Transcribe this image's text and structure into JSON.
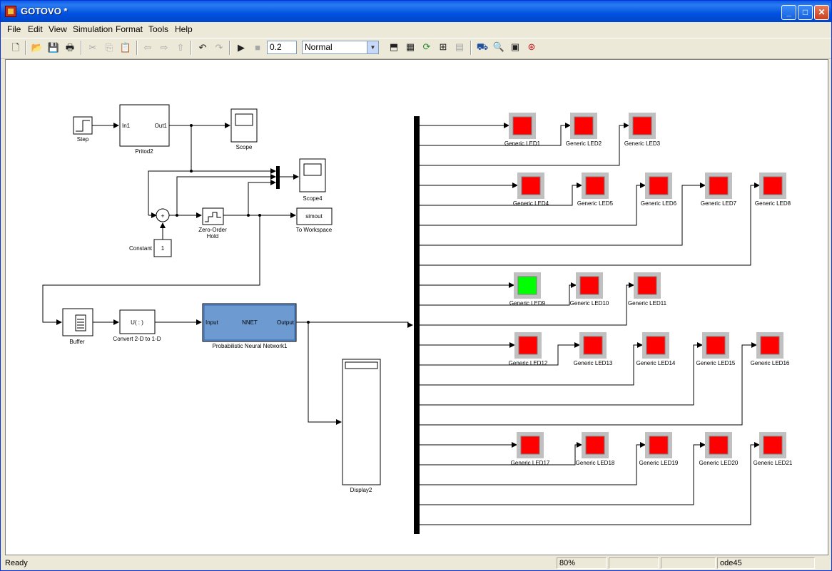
{
  "window": {
    "title": "GOTOVO *",
    "minimize": "_",
    "maximize": "□",
    "close": "✕"
  },
  "menu": {
    "file": "File",
    "edit": "Edit",
    "view": "View",
    "simulation": "Simulation",
    "format": "Format",
    "tools": "Tools",
    "help": "Help"
  },
  "toolbar": {
    "stop_time": "0.2",
    "sim_mode": "Normal"
  },
  "icons": [
    "new-icon",
    "open-icon",
    "save-icon",
    "print-icon",
    "cut-icon",
    "copy-icon",
    "paste-icon",
    "back-icon",
    "forward-icon",
    "up-icon",
    "undo-icon",
    "redo-icon",
    "play-icon",
    "stop-icon",
    "update-icon",
    "build-icon",
    "refresh-icon",
    "library-icon",
    "model-browser-icon",
    "debug-icon",
    "explorer-icon",
    "properties-icon",
    "help-icon"
  ],
  "blocks": {
    "step": "Step",
    "pritod2": "Pritod2",
    "pritod2_in": "In1",
    "pritod2_out": "Out1",
    "scope": "Scope",
    "scope4": "Scope4",
    "constant": "Constant",
    "constant_value": "1",
    "zoh": "Zero-Order\nHold",
    "zoh_line1": "Zero-Order",
    "zoh_line2": "Hold",
    "workspace": "To Workspace",
    "workspace_var": "simout",
    "buffer": "Buffer",
    "convert": "Convert 2-D to 1-D",
    "convert_expr": "U( : )",
    "nnet": "Probabilistic Neural Network1",
    "nnet_center": "NNET",
    "nnet_in": "Input",
    "nnet_out": "Output",
    "display": "Display2"
  },
  "leds": [
    {
      "label": "Generic LED1",
      "state": "red"
    },
    {
      "label": "Generic LED2",
      "state": "red"
    },
    {
      "label": "Generic LED3",
      "state": "red"
    },
    {
      "label": "Generic LED4",
      "state": "red"
    },
    {
      "label": "Generic LED5",
      "state": "red"
    },
    {
      "label": "Generic LED6",
      "state": "red"
    },
    {
      "label": "Generic LED7",
      "state": "red"
    },
    {
      "label": "Generic LED8",
      "state": "red"
    },
    {
      "label": "Generic LED9",
      "state": "green"
    },
    {
      "label": "Generic LED10",
      "state": "red"
    },
    {
      "label": "Generic LED11",
      "state": "red"
    },
    {
      "label": "Generic LED12",
      "state": "red"
    },
    {
      "label": "Generic LED13",
      "state": "red"
    },
    {
      "label": "Generic LED14",
      "state": "red"
    },
    {
      "label": "Generic LED15",
      "state": "red"
    },
    {
      "label": "Generic LED16",
      "state": "red"
    },
    {
      "label": "Generic LED17",
      "state": "red"
    },
    {
      "label": "Generic LED18",
      "state": "red"
    },
    {
      "label": "Generic LED19",
      "state": "red"
    },
    {
      "label": "Generic LED20",
      "state": "red"
    },
    {
      "label": "Generic LED21",
      "state": "red"
    }
  ],
  "colors": {
    "led_red": "#ff0000",
    "led_green": "#00ff00",
    "led_frame": "#c0c0c0",
    "nnet_fill": "#6d9bd1"
  },
  "status": {
    "ready": "Ready",
    "zoom": "80%",
    "blank1": "",
    "blank2": "",
    "solver": "ode45"
  }
}
